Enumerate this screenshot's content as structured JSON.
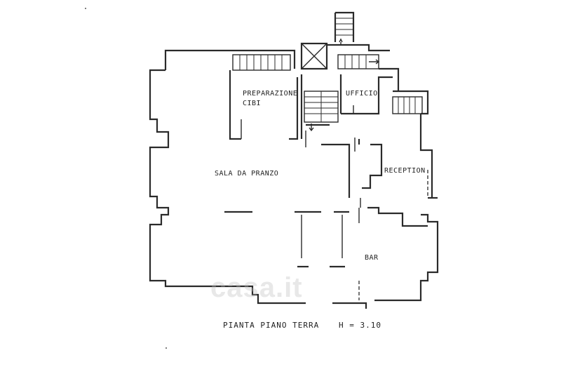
{
  "rooms": {
    "preparazione": "PREPARAZIONE",
    "cibi": "CIBI",
    "ufficio": "UFFICIO",
    "sala": "SALA DA PRANZO",
    "reception": "RECEPTION",
    "bar": "BAR"
  },
  "caption": {
    "title": "PIANTA PIANO TERRA",
    "height": "H = 3.10"
  },
  "watermark": "casa.it"
}
